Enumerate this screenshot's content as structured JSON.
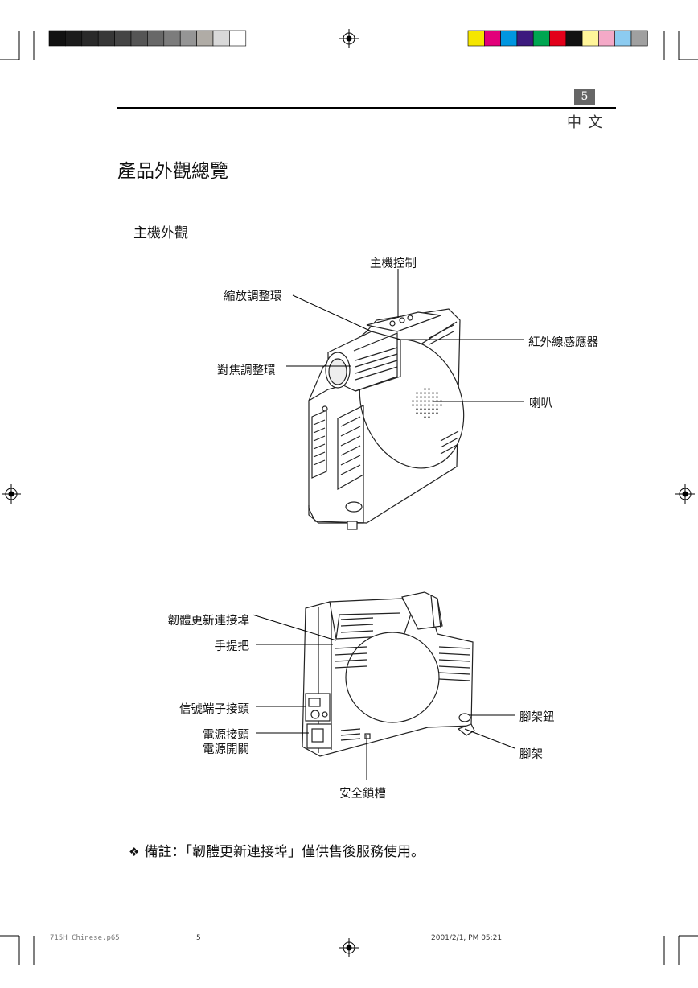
{
  "header": {
    "page_number": "5",
    "language": "中文"
  },
  "title": "產品外觀總覽",
  "subtitle": "主機外觀",
  "front_labels": {
    "control_panel": "主機控制",
    "zoom_ring": "縮放調整環",
    "ir_receiver": "紅外線感應器",
    "focus_ring": "對焦調整環",
    "speaker": "喇叭"
  },
  "rear_labels": {
    "firmware_port": "韌體更新連接埠",
    "handle": "手提把",
    "signal_terminals": "信號端子接頭",
    "power_connector": "電源接頭",
    "power_switch": "電源開關",
    "foot_button": "腳架鈕",
    "foot": "腳架",
    "security_slot": "安全鎖槽"
  },
  "note": {
    "bullet": "❖",
    "text": "備註：「韌體更新連接埠」僅供售後服務使用。"
  },
  "footer": {
    "file": "715H Chinese.p65",
    "page": "5",
    "datetime": "2001/2/1, PM 05:21"
  },
  "colors": {
    "grayscale_bar": [
      "#111111",
      "#1c1c1c",
      "#2a2a2a",
      "#373737",
      "#454545",
      "#555555",
      "#686868",
      "#7c7c7c",
      "#959595",
      "#b0aca6",
      "#d9d9d9",
      "#ffffff"
    ],
    "color_bar": [
      "#f5e600",
      "#e2007a",
      "#0096e0",
      "#3c1a7e",
      "#00a651",
      "#e2001a",
      "#111111",
      "#fff59a",
      "#f4a9c7",
      "#8ccbf0",
      "#a0a0a0"
    ]
  }
}
